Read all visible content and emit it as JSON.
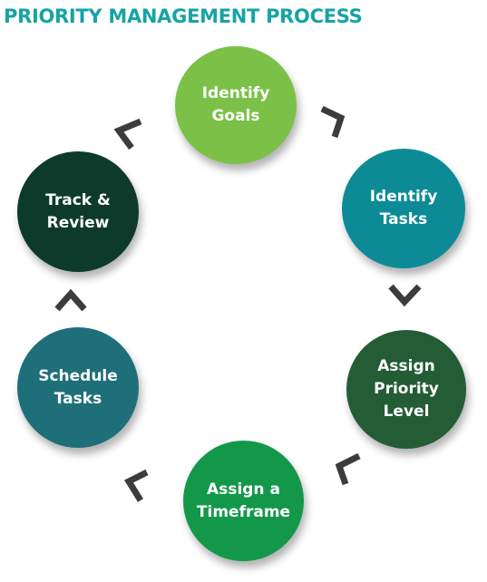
{
  "title": "PRIORITY MANAGEMENT PROCESS",
  "colors": {
    "title": "#16a3a6",
    "arrow": "#3c3c3c"
  },
  "steps": [
    {
      "label": "Identify\nGoals",
      "color": "#7cc147"
    },
    {
      "label": "Identify\nTasks",
      "color": "#0c8b97"
    },
    {
      "label": "Assign\nPriority\nLevel",
      "color": "#245c36"
    },
    {
      "label": "Assign a\nTimeframe",
      "color": "#13984a"
    },
    {
      "label": "Schedule\nTasks",
      "color": "#1f6f7a"
    },
    {
      "label": "Track &\nReview",
      "color": "#0e3a2c"
    }
  ]
}
